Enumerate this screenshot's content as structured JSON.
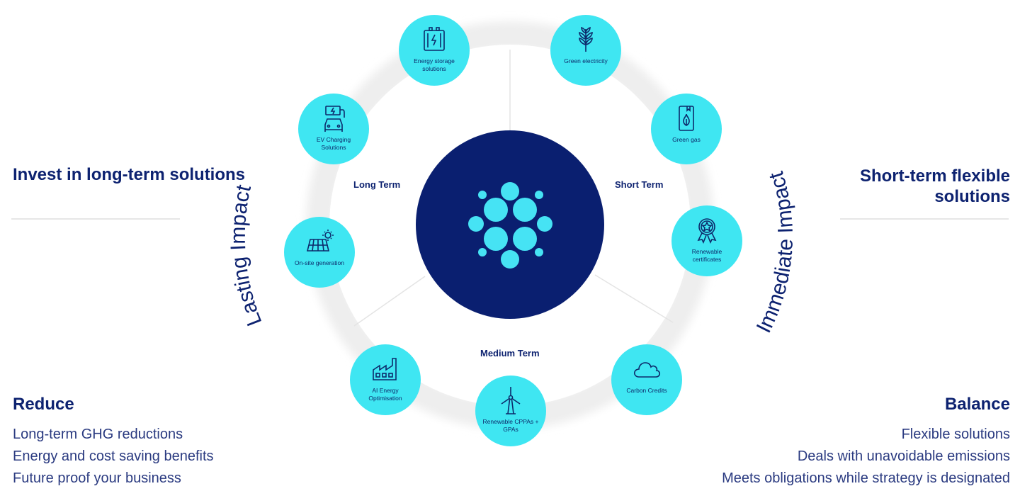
{
  "left_panel": {
    "title": "Invest in long-term solutions",
    "subtitle": "Reduce",
    "bullets": [
      "Long-term GHG reductions",
      "Energy and cost saving benefits",
      "Future proof your business"
    ]
  },
  "right_panel": {
    "title": "Short-term flexible solutions",
    "subtitle": "Balance",
    "bullets": [
      "Flexible solutions",
      "Deals with unavoidable emissions",
      "Meets obligations while strategy is designated"
    ]
  },
  "arc_labels": {
    "left": "Lasting Impact",
    "right": "Immediate Impact"
  },
  "terms": {
    "long": "Long Term",
    "short": "Short Term",
    "medium": "Medium Term"
  },
  "nodes": [
    {
      "label": "Energy storage solutions",
      "icon": "battery-icon"
    },
    {
      "label": "Green electricity",
      "icon": "leaf-icon"
    },
    {
      "label": "EV Charging Solutions",
      "icon": "ev-charger-icon"
    },
    {
      "label": "Green gas",
      "icon": "gas-bottle-icon"
    },
    {
      "label": "On-site generation",
      "icon": "solar-panel-icon"
    },
    {
      "label": "Renewable certificates",
      "icon": "award-rosette-icon"
    },
    {
      "label": "AI Energy Optimisation",
      "icon": "factory-icon"
    },
    {
      "label": "Carbon Credits",
      "icon": "cloud-icon"
    },
    {
      "label": "Renewable CPPAs + GPAs",
      "icon": "wind-turbine-icon"
    }
  ],
  "colors": {
    "navy": "#0d2270",
    "cyan": "#3fe6f2",
    "core": "#0a1f70",
    "ring": "#f2f2f2"
  }
}
